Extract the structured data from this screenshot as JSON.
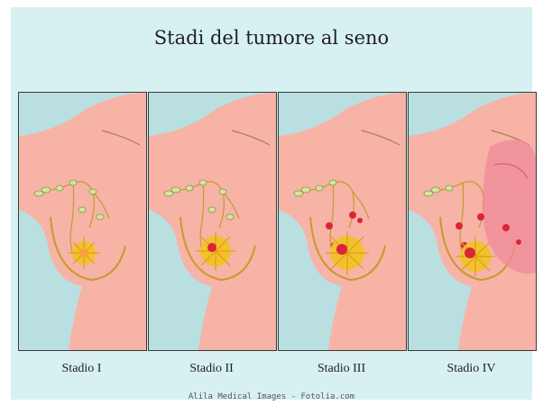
{
  "title": "Stadi del tumore al seno",
  "stages": [
    {
      "label": "Stadio I"
    },
    {
      "label": "Stadio II"
    },
    {
      "label": "Stadio III"
    },
    {
      "label": "Stadio IV"
    }
  ],
  "credit": "Alila Medical Images - Fotolia.com",
  "colors": {
    "background": "#d7f1f2",
    "panel_background": "#b9dfe0",
    "skin": "#f6b3a6",
    "gland_outline": "#c89a2a",
    "tumor": "#f2c12e",
    "lymph_node": "#d8e3a0",
    "affected_node": "#d9243a",
    "metastasis": "#f08a9a"
  }
}
